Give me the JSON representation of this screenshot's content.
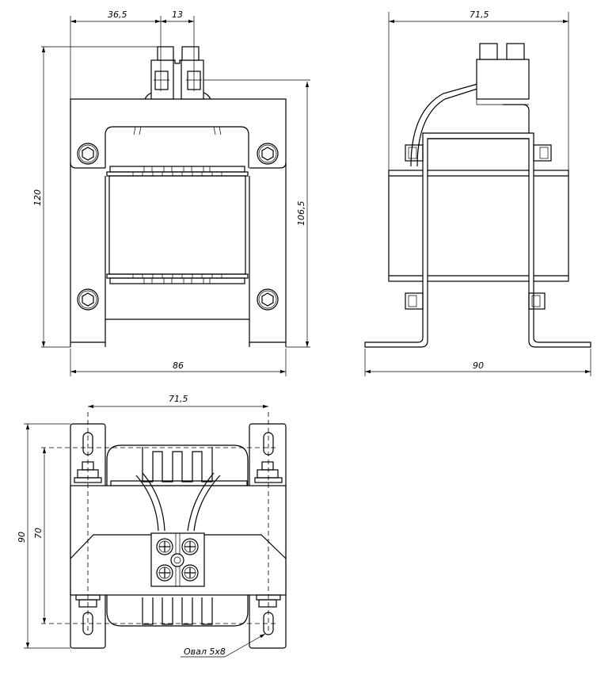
{
  "front_view": {
    "dim_terminal_offset": "36,5",
    "dim_terminal_pitch": "13",
    "dim_total_height": "120",
    "dim_frame_height": "106,5",
    "dim_width": "86"
  },
  "side_view": {
    "dim_coil_width": "71,5",
    "dim_base_width": "90"
  },
  "top_view": {
    "dim_hole_spacing_x": "71,5",
    "dim_depth": "90",
    "dim_hole_spacing_y": "70",
    "hole_callout": "Овал 5х8"
  }
}
